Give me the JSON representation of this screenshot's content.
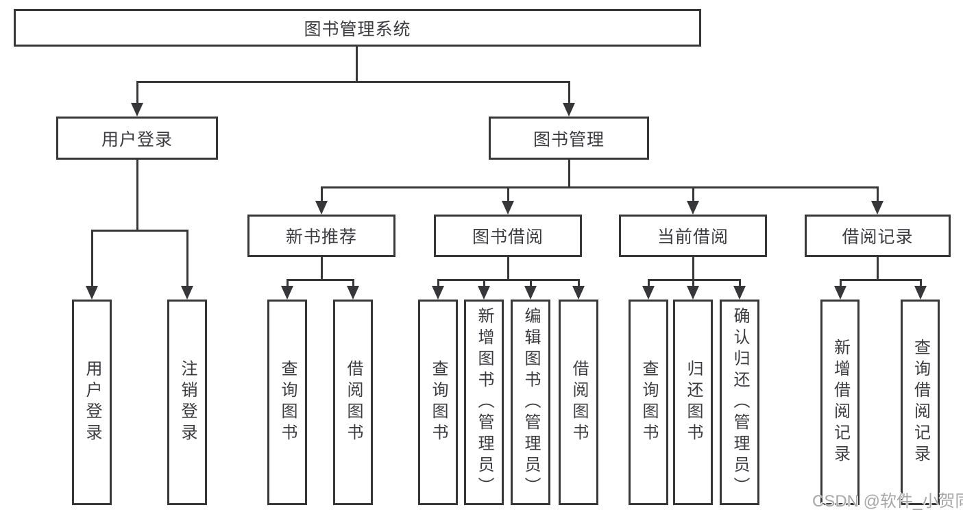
{
  "tree": {
    "label": "图书管理系统",
    "children": [
      {
        "label": "用户登录",
        "children": [
          {
            "label": "用户登录"
          },
          {
            "label": "注销登录"
          }
        ]
      },
      {
        "label": "图书管理",
        "children": [
          {
            "label": "新书推荐",
            "children": [
              {
                "label": "查询图书"
              },
              {
                "label": "借阅图书"
              }
            ]
          },
          {
            "label": "图书借阅",
            "children": [
              {
                "label": "查询图书"
              },
              {
                "label": "新增图书（管理员）"
              },
              {
                "label": "编辑图书（管理员）"
              },
              {
                "label": "借阅图书"
              }
            ]
          },
          {
            "label": "当前借阅",
            "children": [
              {
                "label": "查询图书"
              },
              {
                "label": "归还图书"
              },
              {
                "label": "确认归还（管理员）"
              }
            ]
          },
          {
            "label": "借阅记录",
            "children": [
              {
                "label": "新增借阅记录"
              },
              {
                "label": "查询借阅记录"
              }
            ]
          }
        ]
      }
    ]
  },
  "watermark": "CSDN @软件_小贺同学",
  "colors": {
    "line": "#37373a",
    "text": "#3b3b40",
    "background": "#ffffff",
    "watermark": "#a6a6a6"
  }
}
